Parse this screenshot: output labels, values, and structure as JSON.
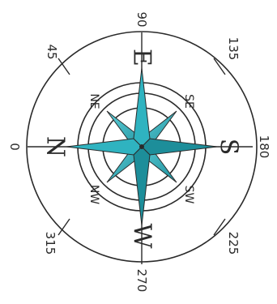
{
  "compass": {
    "cardinals": {
      "north": "N",
      "east": "E",
      "south": "S",
      "west": "W"
    },
    "intercardinals": {
      "ne": "NE",
      "se": "SE",
      "sw": "SW",
      "nw": "NW"
    },
    "degrees": {
      "d0": "0",
      "d45": "45",
      "d90": "90",
      "d135": "135",
      "d180": "180",
      "d225": "225",
      "d270": "270",
      "d315": "315"
    },
    "colors": {
      "star_fill": "#2fb3c0",
      "star_shade": "#1d8e9a",
      "line": "#2a2a2a"
    }
  }
}
